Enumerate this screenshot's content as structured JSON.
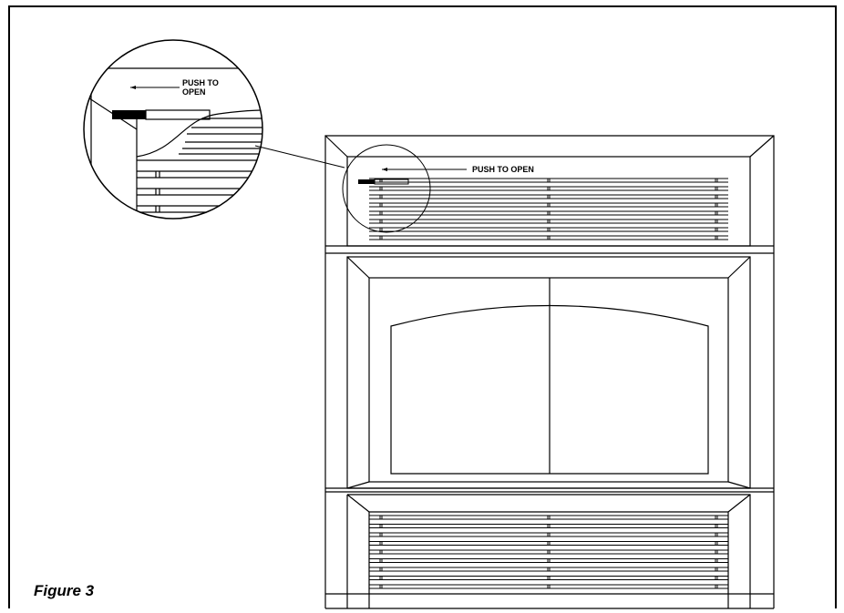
{
  "figure": {
    "caption": "Figure 3",
    "main_label": "PUSH TO OPEN",
    "inset_label_line1": "PUSH TO",
    "inset_label_line2": "OPEN"
  },
  "colors": {
    "line": "#000000",
    "background": "#ffffff"
  }
}
